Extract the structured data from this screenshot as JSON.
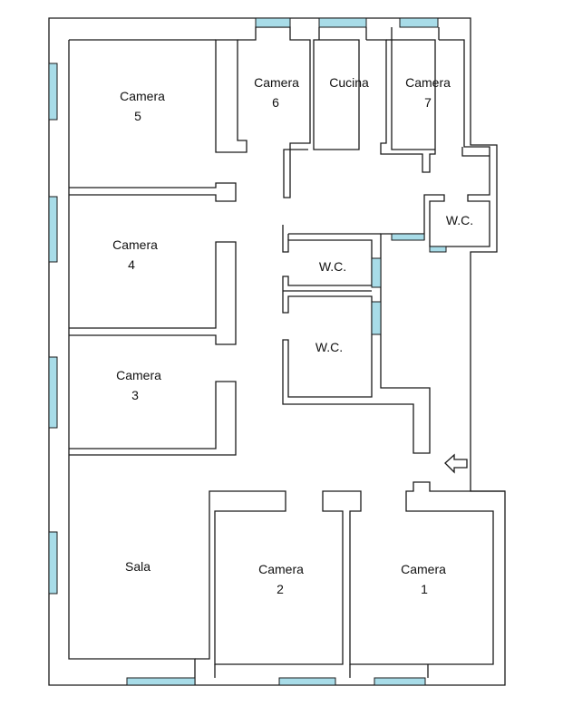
{
  "rooms": {
    "camera5": {
      "name": "Camera",
      "num": "5"
    },
    "camera6": {
      "name": "Camera",
      "num": "6"
    },
    "cucina": {
      "name": "Cucina"
    },
    "camera7": {
      "name": "Camera",
      "num": "7"
    },
    "wc_east": {
      "name": "W.C."
    },
    "camera4": {
      "name": "Camera",
      "num": "4"
    },
    "wc_upper": {
      "name": "W.C."
    },
    "wc_lower": {
      "name": "W.C."
    },
    "camera3": {
      "name": "Camera",
      "num": "3"
    },
    "sala": {
      "name": "Sala"
    },
    "camera2": {
      "name": "Camera",
      "num": "2"
    },
    "camera1": {
      "name": "Camera",
      "num": "1"
    }
  },
  "colors": {
    "window": "#a8dce8",
    "wall": "#1a1a1a"
  },
  "entrance_icon": "arrow-left-icon"
}
